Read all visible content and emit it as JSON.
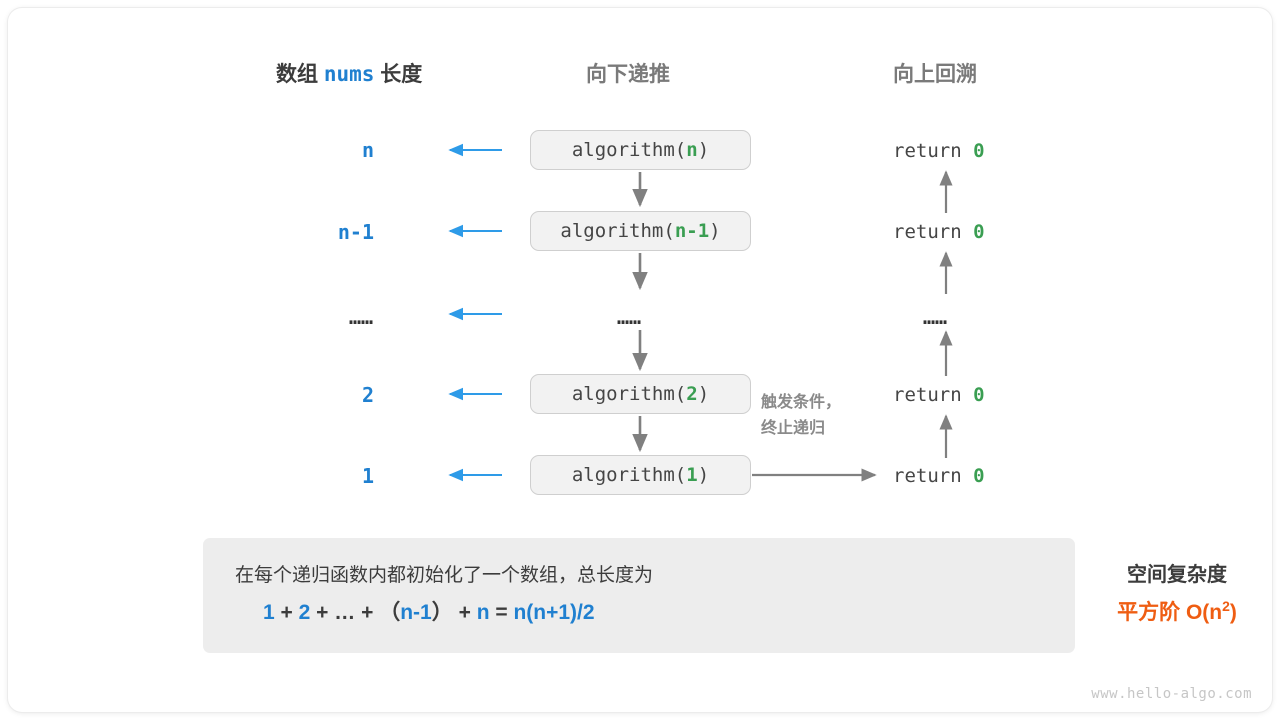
{
  "colors": {
    "blue": "#2080d0",
    "green": "#3a9e52",
    "orange": "#ef5d12",
    "gray_text": "#7a7a7a",
    "dark_text": "#3c3c3c",
    "box_fill": "#f2f2f2",
    "box_border": "#cfcfcf",
    "panel_fill": "#ededed",
    "arrow_gray": "#808080",
    "arrow_blue": "#2e9be8"
  },
  "headers": {
    "left_prefix": "数组",
    "left_mono": "nums",
    "left_suffix": "长度",
    "middle": "向下递推",
    "right": "向上回溯"
  },
  "rows": [
    {
      "length": "n",
      "call_name": "algorithm",
      "call_arg": "n",
      "return_text": "return",
      "return_value": "0"
    },
    {
      "length": "n-1",
      "call_name": "algorithm",
      "call_arg": "n-1",
      "return_text": "return",
      "return_value": "0"
    },
    {
      "length": "……",
      "call_name": "……",
      "call_arg": "",
      "return_text": "……",
      "return_value": ""
    },
    {
      "length": "2",
      "call_name": "algorithm",
      "call_arg": "2",
      "return_text": "return",
      "return_value": "0"
    },
    {
      "length": "1",
      "call_name": "algorithm",
      "call_arg": "1",
      "return_text": "return",
      "return_value": "0"
    }
  ],
  "note": {
    "line1": "触发条件，",
    "line2": "终止递归"
  },
  "summary": {
    "description": "在每个递归函数内都初始化了一个数组，总长度为",
    "formula_parts": [
      {
        "t": "1",
        "k": "b"
      },
      {
        "t": "+",
        "k": "op"
      },
      {
        "t": "2",
        "k": "b"
      },
      {
        "t": "+",
        "k": "op"
      },
      {
        "t": "…",
        "k": "op"
      },
      {
        "t": "+",
        "k": "op"
      },
      {
        "t": "（",
        "k": "op"
      },
      {
        "t": "n-1",
        "k": "b"
      },
      {
        "t": "）",
        "k": "op"
      },
      {
        "t": "+",
        "k": "op"
      },
      {
        "t": "n",
        "k": "b"
      },
      {
        "t": "=",
        "k": "op"
      },
      {
        "t": "n(n+1)/2",
        "k": "b"
      }
    ],
    "formula_plain": "1 + 2 + … + （n-1） + n = n(n+1)/2",
    "title": "空间复杂度",
    "result_label": "平方阶",
    "result_notation": "O(n",
    "result_exponent": "2",
    "result_close": ")"
  },
  "watermark": "www.hello-algo.com"
}
